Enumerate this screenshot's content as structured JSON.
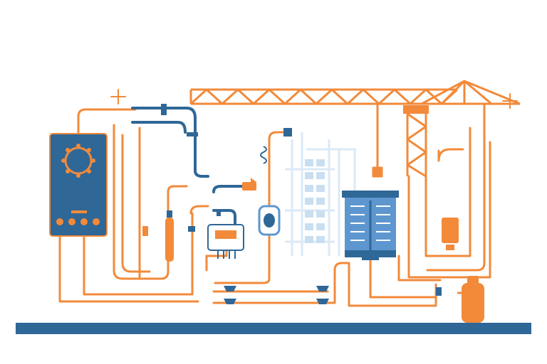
{
  "scene": {
    "background": "#ffffff",
    "colors": {
      "orange": "#f28a3a",
      "navy": "#2f6797",
      "light_blue": "#c9dff1",
      "mid_blue": "#5e97cf",
      "pale_blue": "#dbe9f6"
    },
    "elements": [
      "boiler",
      "tower-crane",
      "water-tank",
      "building-frame",
      "pressure-vessel",
      "gas-cylinder",
      "pipe-network",
      "ground-line"
    ]
  }
}
